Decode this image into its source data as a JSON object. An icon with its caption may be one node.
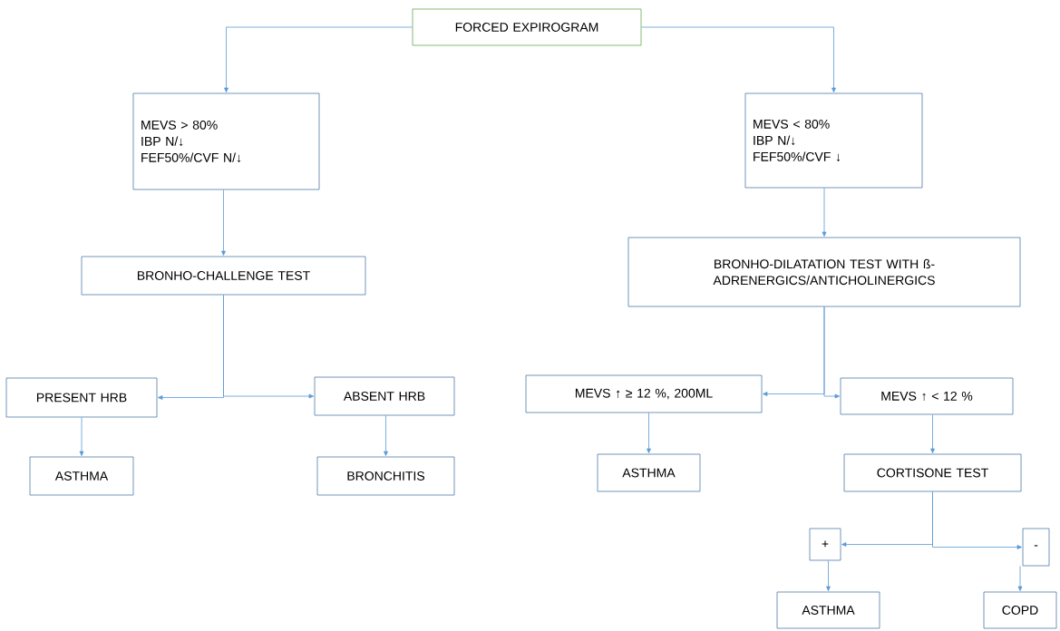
{
  "diagram": {
    "nodes": [
      {
        "text": [
          "FORCED EXPIROGRAM"
        ]
      },
      {
        "text": [
          "MEVS > 80%",
          "IBP N/↓",
          "FEF50%/CVF N/↓"
        ]
      },
      {
        "text": [
          "MEVS < 80%",
          "IBP N/↓",
          "FEF50%/CVF ↓"
        ]
      },
      {
        "text": [
          "BRONHO-CHALLENGE TEST"
        ]
      },
      {
        "text": [
          "BRONHO-DILATATION TEST WITH ß-ADRENERGICS/ANTICHOLINERGICS"
        ]
      },
      {
        "text": [
          "PRESENT HRB"
        ]
      },
      {
        "text": [
          "ABSENT HRB"
        ]
      },
      {
        "text": [
          "MEVS ↑ ≥ 12 %, 200ML"
        ]
      },
      {
        "text": [
          "MEVS ↑ < 12 %"
        ]
      },
      {
        "text": [
          "ASTHMA"
        ]
      },
      {
        "text": [
          "BRONCHITIS"
        ]
      },
      {
        "text": [
          "ASTHMA"
        ]
      },
      {
        "text": [
          "CORTISONE TEST"
        ]
      },
      {
        "text": [
          "+"
        ]
      },
      {
        "text": [
          "-"
        ]
      },
      {
        "text": [
          "ASTHMA"
        ]
      },
      {
        "text": [
          "COPD"
        ]
      }
    ],
    "edges": [
      {
        "from": 0,
        "to": 1,
        "arrow": "to"
      },
      {
        "from": 0,
        "to": 2,
        "arrow": "to"
      },
      {
        "from": 1,
        "to": 3,
        "arrow": "to"
      },
      {
        "from": 2,
        "to": 4,
        "arrow": "to"
      },
      {
        "from": 3,
        "to": 5,
        "arrow": "to"
      },
      {
        "from": 3,
        "to": 6,
        "arrow": "to"
      },
      {
        "from": 4,
        "to": 7,
        "arrow": "to"
      },
      {
        "from": 4,
        "to": 8,
        "arrow": "to"
      },
      {
        "from": 5,
        "to": 9,
        "arrow": "to"
      },
      {
        "from": 6,
        "to": 10,
        "arrow": "to"
      },
      {
        "from": 7,
        "to": 11,
        "arrow": "to"
      },
      {
        "from": 8,
        "to": 12,
        "arrow": "to"
      },
      {
        "from": 12,
        "to": 13,
        "arrow": "to"
      },
      {
        "from": 12,
        "to": 14,
        "arrow": "to"
      },
      {
        "from": 13,
        "to": 15,
        "arrow": "to"
      },
      {
        "from": 14,
        "to": 16,
        "arrow": "to"
      }
    ]
  }
}
